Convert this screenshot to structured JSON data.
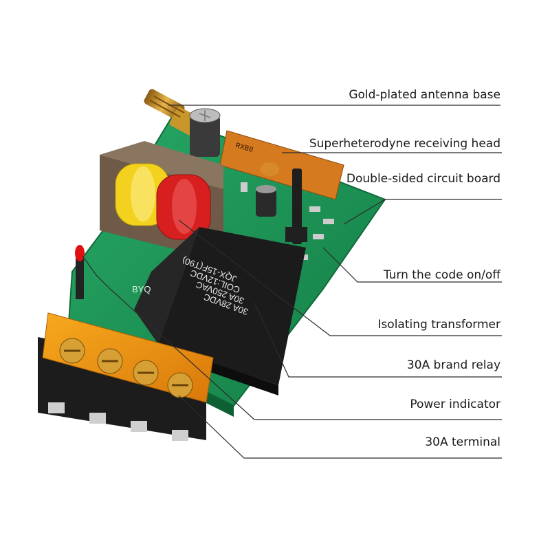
{
  "callouts": [
    {
      "id": "antenna",
      "text": "Gold-plated antenna base"
    },
    {
      "id": "receiver",
      "text": "Superheterodyne receiving head"
    },
    {
      "id": "board",
      "text": "Double-sided circuit board"
    },
    {
      "id": "code",
      "text": "Turn the code on/off"
    },
    {
      "id": "transformer",
      "text": "Isolating transformer"
    },
    {
      "id": "relay",
      "text": "30A brand relay"
    },
    {
      "id": "indicator",
      "text": "Power indicator"
    },
    {
      "id": "terminal",
      "text": "30A terminal"
    }
  ],
  "pcb": {
    "module_label": "RXB8",
    "relay_text": [
      "JQX-15F(T90)",
      "COIL:12VDC",
      "30A 250VAC",
      "30A 28VDC"
    ],
    "silk": "BYQ"
  },
  "colors": {
    "pcb": "#1f9a5a",
    "pcb_dark": "#137a43",
    "relay": "#1b1b1b",
    "terminal_cover": "#f0930a",
    "coil_yellow": "#f3d21f",
    "coil_red": "#d81f1f",
    "module": "#d57a1e"
  }
}
